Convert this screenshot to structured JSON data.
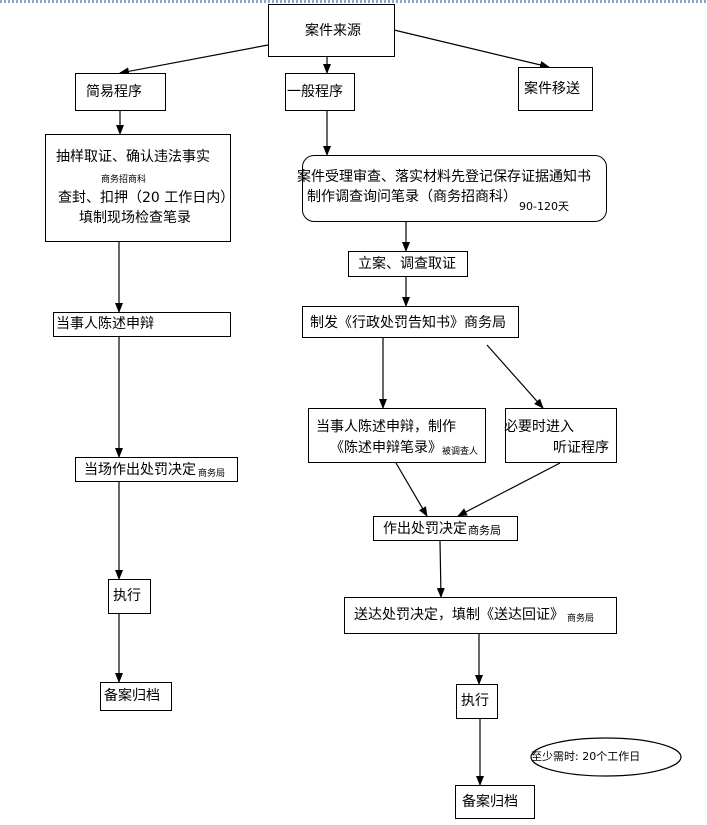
{
  "source": "案件来源",
  "simple": {
    "title": "简易程序",
    "evidence": {
      "line1": "抽样取证、确认违法事实",
      "line2_small": "商务招商科",
      "line3": "查封、扣押（20 工作日内）",
      "line4": "填制现场检查笔录"
    },
    "statement": "当事人陈述申辩",
    "decision": "当场作出处罚决定",
    "decision_note": "商务局",
    "execute": "执行",
    "archive": "备案归档"
  },
  "general": {
    "title": "一般程序",
    "accept": {
      "line1": "案件受理审查、落实材料先登记保存证据通知书",
      "line2": "制作调查询问笔录（商务招商科）",
      "line2_note": "90-120天"
    },
    "filing": "立案、调查取证",
    "notice": "制发《行政处罚告知书》商务局",
    "statement": {
      "line1": "当事人陈述申辩，制作",
      "line2": "《陈述申辩笔录》",
      "line2_note": "被调查人"
    },
    "hearing": {
      "line1": "必要时进入",
      "line2": "听证程序"
    },
    "decision": "作出处罚决定",
    "decision_note": "商务局",
    "delivery": "送达处罚决定，填制《送达回证》",
    "delivery_note": "商务局",
    "execute": "执行",
    "archive": "备案归档",
    "min_time": "至少需时:    20个工作日"
  },
  "transfer": "案件移送"
}
